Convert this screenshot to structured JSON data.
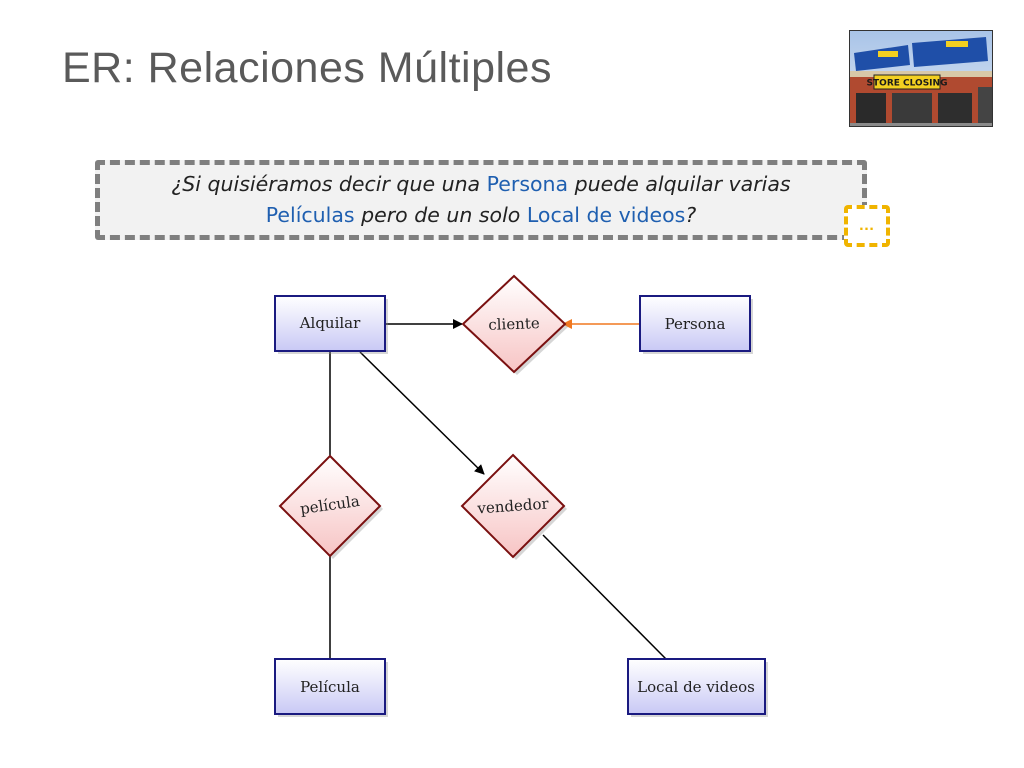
{
  "slide": {
    "title": "ER: Relaciones Múltiples"
  },
  "question": {
    "part1": "¿Si quisiéramos decir que una ",
    "hl1": "Persona",
    "part2": " puede alquilar varias",
    "hl2": "Películas",
    "part3": " pero de un solo ",
    "hl3": "Local de videos",
    "part4": "?"
  },
  "ellipsis_button": {
    "label": "…"
  },
  "photo": {
    "sign_text": "STORE CLOSING"
  },
  "diagram": {
    "entities": {
      "alquilar": "Alquilar",
      "persona": "Persona",
      "pelicula": "Película",
      "local": "Local de videos"
    },
    "relationships": {
      "cliente": "cliente",
      "pelicula": "película",
      "vendedor": "vendedor"
    },
    "colors": {
      "entity_border": "#1a1a80",
      "relationship_border": "#7a1010",
      "arrow_highlight": "#f07820",
      "line": "#000000"
    }
  }
}
